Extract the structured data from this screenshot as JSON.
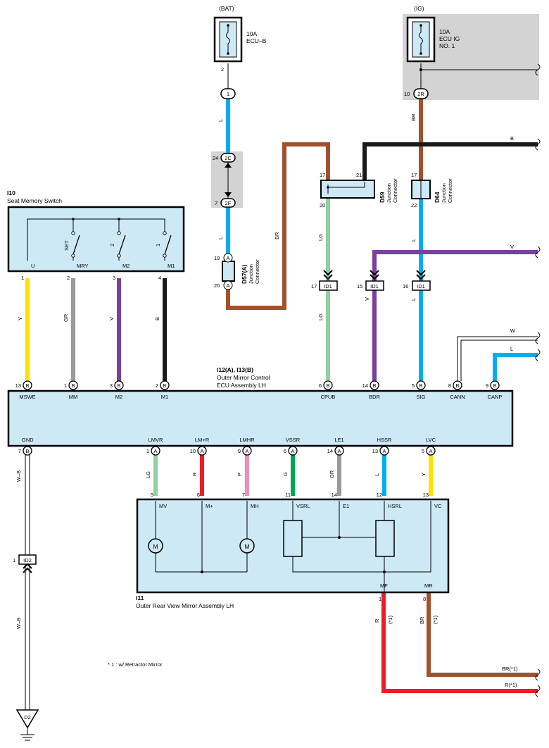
{
  "sources": {
    "bat": {
      "name": "(BAT)",
      "fuse_rating": "10A",
      "fuse_name": "ECU–B",
      "pin": "2"
    },
    "ig": {
      "name": "(IG)",
      "fuse_rating": "10A",
      "fuse_name_1": "ECU IG",
      "fuse_name_2": "NO. 1"
    }
  },
  "junctions": {
    "j_1": {
      "label": "1"
    },
    "j_2c": {
      "label": "2C",
      "pin": "24"
    },
    "j_2f": {
      "label": "2F",
      "pin": "7"
    },
    "j_2r": {
      "label": "2R",
      "pin": "10"
    },
    "d57": {
      "code": "D57(A)",
      "name_1": "Junction",
      "name_2": "Connector",
      "pin_a1": "19",
      "pin_a2": "20",
      "letter": "A"
    },
    "d59": {
      "code": "D59",
      "name_1": "Junction",
      "name_2": "Connector",
      "pin_17": "17",
      "pin_21": "21",
      "pin_20": "20"
    },
    "d64": {
      "code": "D64",
      "name_1": "Junction",
      "name_2": "Connector",
      "pin_17": "17",
      "pin_22": "22"
    }
  },
  "id1_connectors": [
    {
      "pin": "17",
      "label": "ID1"
    },
    {
      "pin": "15",
      "label": "ID1"
    },
    {
      "pin": "16",
      "label": "ID1"
    }
  ],
  "id2": {
    "pin": "1",
    "label": "ID2"
  },
  "ground": {
    "label": "D2"
  },
  "seat_switch": {
    "code": "I10",
    "name": "Seat Memory Switch",
    "switch_labels": [
      "SET",
      "2",
      "1"
    ],
    "terminals": [
      "U",
      "MRY",
      "M2",
      "M1"
    ],
    "pins": [
      "1",
      "2",
      "3",
      "4"
    ]
  },
  "ecu": {
    "code": "I12(A), I13(B)",
    "name_1": "Outer Mirror Control",
    "name_2": "ECU Assembly LH",
    "top_terminals": [
      {
        "pin": "13",
        "conn": "B",
        "name": "MSWE"
      },
      {
        "pin": "1",
        "conn": "B",
        "name": "MM"
      },
      {
        "pin": "3",
        "conn": "B",
        "name": "M2"
      },
      {
        "pin": "2",
        "conn": "B",
        "name": "M1"
      },
      {
        "pin": "6",
        "conn": "B",
        "name": "CPUB"
      },
      {
        "pin": "14",
        "conn": "B",
        "name": "BDR"
      },
      {
        "pin": "5",
        "conn": "B",
        "name": "SIG"
      },
      {
        "pin": "8",
        "conn": "B",
        "name": "CANN"
      },
      {
        "pin": "9",
        "conn": "B",
        "name": "CANP"
      }
    ],
    "bottom_terminals": [
      {
        "pin": "7",
        "conn": "B",
        "name": "GND"
      },
      {
        "pin": "1",
        "conn": "A",
        "name": "LMVR"
      },
      {
        "pin": "10",
        "conn": "A",
        "name": "LM+R"
      },
      {
        "pin": "9",
        "conn": "A",
        "name": "LMHR"
      },
      {
        "pin": "6",
        "conn": "A",
        "name": "VSSR"
      },
      {
        "pin": "14",
        "conn": "A",
        "name": "LE1"
      },
      {
        "pin": "13",
        "conn": "A",
        "name": "HSSR"
      },
      {
        "pin": "5",
        "conn": "A",
        "name": "LVC"
      }
    ]
  },
  "mirror": {
    "code": "I11",
    "name": "Outer Rear View Mirror Assembly LH",
    "top_terminals": [
      {
        "pin": "5",
        "name": "MV"
      },
      {
        "pin": "6",
        "name": "M+"
      },
      {
        "pin": "7",
        "name": "MH"
      },
      {
        "pin": "11",
        "name": "VSRL"
      },
      {
        "pin": "14",
        "name": "E1"
      },
      {
        "pin": "12",
        "name": "HSRL"
      },
      {
        "pin": "13",
        "name": "VC"
      }
    ],
    "bottom_terminals": [
      {
        "pin": "1",
        "name": "MF"
      },
      {
        "pin": "8",
        "name": "MR"
      }
    ],
    "motor_label": "M"
  },
  "wire_colors": {
    "bat_l_1": "L",
    "bat_l_2": "L",
    "br_loop": "BR",
    "ig_br": "BR",
    "d59_lg_1": "LG",
    "d59_lg_2": "LG",
    "d64_l": "L",
    "bdr_v": "V",
    "sig_l": "L",
    "sw_y": "Y",
    "sw_gr": "GR",
    "sw_v": "V",
    "sw_b": "B",
    "gnd_wb_1": "W–B",
    "gnd_wb_2": "W–B",
    "m_lg": "LG",
    "m_r": "R",
    "m_p": "P",
    "m_g": "G",
    "m_gr": "GR",
    "m_l": "L",
    "m_y": "Y",
    "mf_r": "R",
    "mr_br": "BR",
    "star1_a": "(*1)",
    "star1_b": "(*1)"
  },
  "right_edge": {
    "b": "B",
    "v": "V",
    "w": "W",
    "l": "L",
    "br1": "BR(*1)",
    "r1": "R(*1)"
  },
  "note": "* 1 : w/ Retractor Mirror",
  "palette": {
    "light_blue": "#00AEEF",
    "brown": "#A0522D",
    "black": "#1a1a1a",
    "light_green": "#8FD19E",
    "purple": "#7B3FA0",
    "yellow": "#FFE000",
    "gray": "#9A9A9A",
    "red": "#EE1C25",
    "pink": "#F28CB1",
    "green": "#00A651",
    "box_fill": "#CDE9F6",
    "shade": "#D3D3D3"
  }
}
